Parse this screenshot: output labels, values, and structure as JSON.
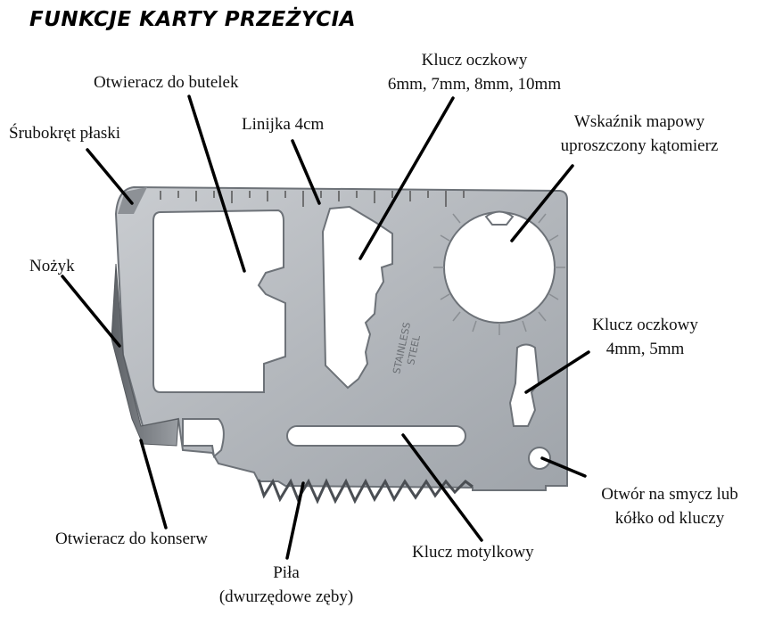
{
  "title": "FUNKCJE KARTY PRZEŻYCIA",
  "card_engraving": [
    "STAINLESS",
    "STEEL"
  ],
  "labels": {
    "ring_wrench_large": [
      "Klucz oczkowy",
      "6mm, 7mm, 8mm, 10mm"
    ],
    "bottle_opener": "Otwieracz do butelek",
    "flat_screwdriver": "Śrubokręt płaski",
    "ruler": "Linijka 4cm",
    "map_indicator": [
      "Wskaźnik mapowy",
      "uproszczony kątomierz"
    ],
    "knife": "Nożyk",
    "ring_wrench_small": [
      "Klucz oczkowy",
      "4mm, 5mm"
    ],
    "lanyard_hole": [
      "Otwór na smycz lub",
      "kółko od kluczy"
    ],
    "can_opener": "Otwieracz do konserw",
    "saw": [
      "Piła",
      "(dwurzędowe zęby)"
    ],
    "butterfly_wrench": "Klucz motylkowy"
  },
  "colors": {
    "card": "#b9bcc0",
    "card_dark": "#7d8186",
    "leader": "#000000"
  }
}
